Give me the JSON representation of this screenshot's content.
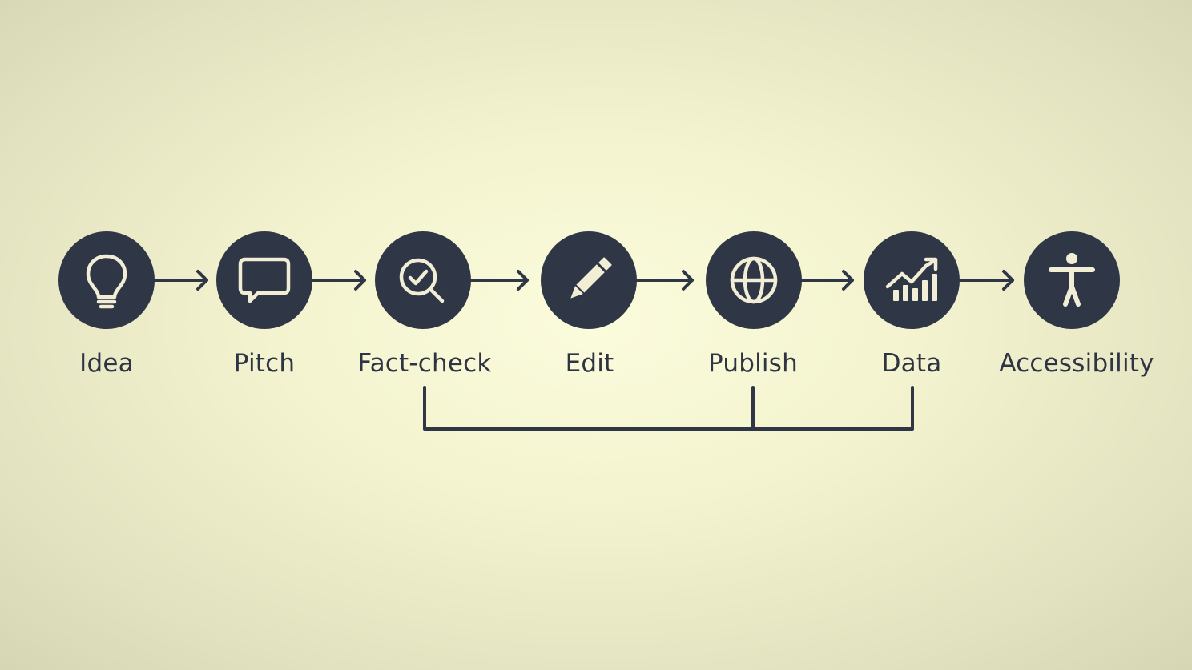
{
  "colors": {
    "node_fill": "#2f3747",
    "icon_stroke": "#f2eed6",
    "line": "#2f3747",
    "label": "#2e3443"
  },
  "steps": [
    {
      "label": "Idea",
      "icon": "lightbulb-icon"
    },
    {
      "label": "Pitch",
      "icon": "speech-bubble-icon"
    },
    {
      "label": "Fact-check",
      "icon": "magnifier-check-icon"
    },
    {
      "label": "Edit",
      "icon": "pencil-icon"
    },
    {
      "label": "Publish",
      "icon": "globe-icon"
    },
    {
      "label": "Data",
      "icon": "bar-chart-trend-icon"
    },
    {
      "label": "Accessibility",
      "icon": "accessibility-person-icon"
    }
  ],
  "feedback_links": [
    "Fact-check",
    "Publish",
    "Data"
  ]
}
